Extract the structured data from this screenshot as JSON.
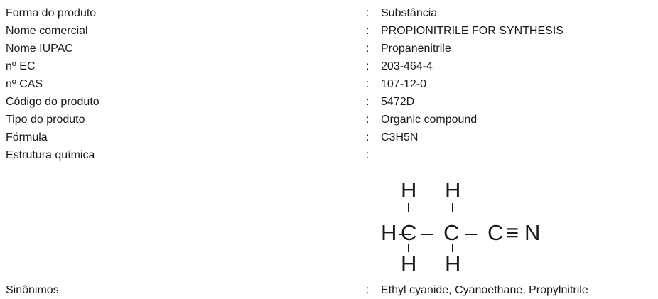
{
  "fields": [
    {
      "label": "Forma do produto",
      "value": "Substância"
    },
    {
      "label": "Nome comercial",
      "value": "PROPIONITRILE FOR SYNTHESIS"
    },
    {
      "label": "Nome IUPAC",
      "value": "Propanenitrile"
    },
    {
      "label": "nº EC",
      "value": "203-464-4"
    },
    {
      "label": "nº CAS",
      "value": "107-12-0"
    },
    {
      "label": "Código do produto",
      "value": "5472D"
    },
    {
      "label": "Tipo do produto",
      "value": "Organic compound"
    },
    {
      "label": "Fórmula",
      "value": "C3H5N"
    },
    {
      "label": "Estrutura química",
      "value": ""
    },
    {
      "label": "Sinônimos",
      "value": "Ethyl cyanide, Cyanoethane, Propylnitrile"
    }
  ],
  "separator": ":",
  "structure": {
    "atoms": {
      "h": "H",
      "c": "C",
      "n": "N"
    },
    "bonds": {
      "single": "–",
      "triple": "≡"
    }
  }
}
